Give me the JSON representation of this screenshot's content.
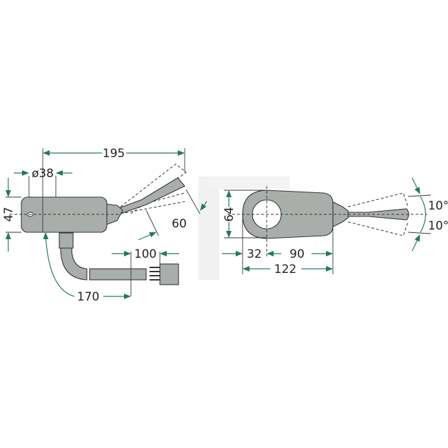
{
  "drawing": {
    "colors": {
      "dimension": "#1f7a5f",
      "part": "#a9aeab",
      "outline": "#333333"
    },
    "side_view": {
      "overall_length": "195",
      "diameter": "ø38",
      "height": "47",
      "lever_length": "60",
      "connector_length": "100",
      "cable_length": "170"
    },
    "top_view": {
      "width": "64",
      "hole_offset": "32",
      "hole_to_boot": "90",
      "body_length": "122",
      "angle_up": "10°",
      "angle_down": "10°"
    }
  }
}
